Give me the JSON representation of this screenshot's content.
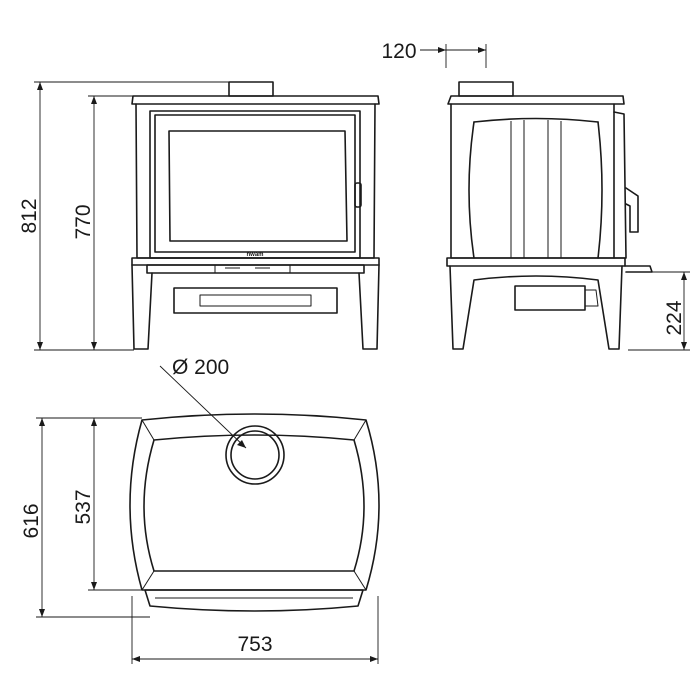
{
  "brand_label": "hwam",
  "dimensions": {
    "total_height": "812",
    "body_height": "770",
    "flue_offset": "120",
    "ash_pan_height": "224",
    "flue_diameter": "Ø 200",
    "total_depth": "616",
    "body_depth": "537",
    "width": "753"
  },
  "colors": {
    "line": "#1a1a1a",
    "background": "#ffffff"
  }
}
